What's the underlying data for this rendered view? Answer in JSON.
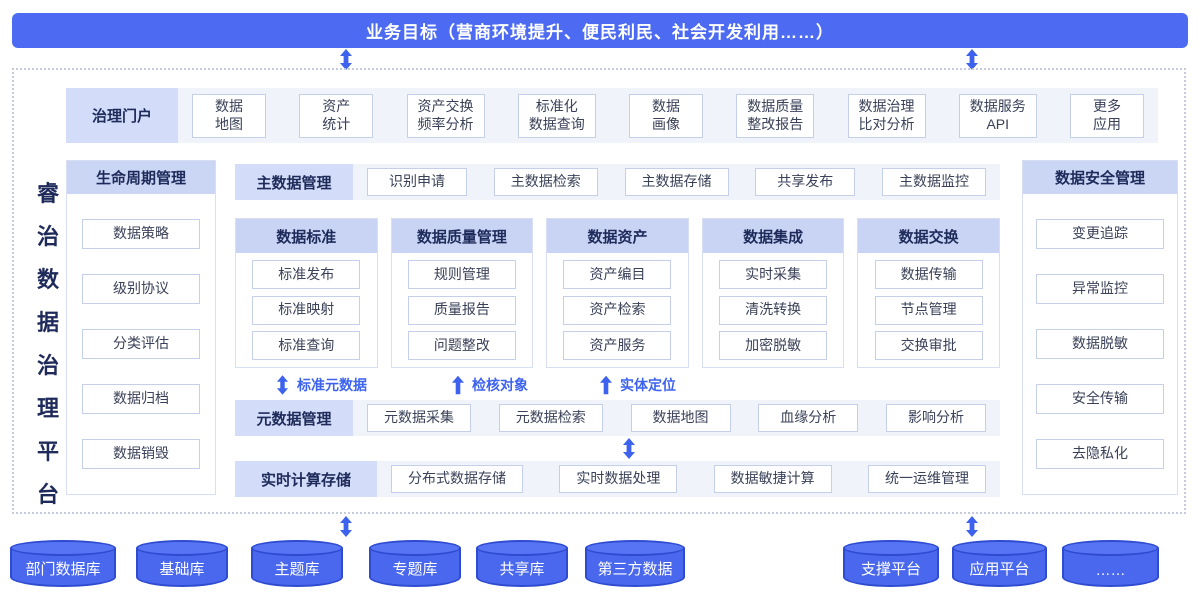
{
  "banner": {
    "text": "业务目标（营商环境提升、便民利民、社会开发利用……）"
  },
  "brand": {
    "chars": [
      "睿",
      "治",
      "数",
      "据",
      "治",
      "理",
      "平",
      "台"
    ]
  },
  "portal": {
    "label": "治理门户",
    "items": [
      "数据\n地图",
      "资产\n统计",
      "资产交换\n频率分析",
      "标准化\n数据查询",
      "数据\n画像",
      "数据质量\n整改报告",
      "数据治理\n比对分析",
      "数据服务\nAPI",
      "更多\n应用"
    ]
  },
  "lifecycle": {
    "title": "生命周期管理",
    "items": [
      "数据策略",
      "级别协议",
      "分类评估",
      "数据归档",
      "数据销毁"
    ]
  },
  "master_data": {
    "label": "主数据管理",
    "items": [
      "识别申请",
      "主数据检索",
      "主数据存储",
      "共享发布",
      "主数据监控"
    ]
  },
  "modules": [
    {
      "title": "数据标准",
      "items": [
        "标准发布",
        "标准映射",
        "标准查询"
      ]
    },
    {
      "title": "数据质量管理",
      "items": [
        "规则管理",
        "质量报告",
        "问题整改"
      ]
    },
    {
      "title": "数据资产",
      "items": [
        "资产编目",
        "资产检索",
        "资产服务"
      ]
    },
    {
      "title": "数据集成",
      "items": [
        "实时采集",
        "清洗转换",
        "加密脱敏"
      ]
    },
    {
      "title": "数据交换",
      "items": [
        "数据传输",
        "节点管理",
        "交换审批"
      ]
    }
  ],
  "flow_labels": [
    {
      "label": "标准元数据",
      "arrow": "double"
    },
    {
      "label": "检核对象",
      "arrow": "up"
    },
    {
      "label": "实体定位",
      "arrow": "up"
    }
  ],
  "metadata": {
    "label": "元数据管理",
    "items": [
      "元数据采集",
      "元数据检索",
      "数据地图",
      "血缘分析",
      "影响分析"
    ]
  },
  "realtime": {
    "label": "实时计算存储",
    "items": [
      "分布式数据存储",
      "实时数据处理",
      "数据敏捷计算",
      "统一运维管理"
    ]
  },
  "security": {
    "title": "数据安全管理",
    "items": [
      "变更追踪",
      "异常监控",
      "数据脱敏",
      "安全传输",
      "去隐私化"
    ]
  },
  "sources": [
    "部门数据库",
    "基础库",
    "主题库",
    "专题库",
    "共享库",
    "第三方数据"
  ],
  "platforms": [
    "支撑平台",
    "应用平台",
    "……"
  ],
  "icons": {
    "double_arrow": "double-arrow-icon",
    "up_arrow": "up-arrow-icon",
    "database": "database-cylinder-icon"
  },
  "colors": {
    "accent_blue": "#4D6BF2",
    "arrow_blue": "#3D63EE",
    "lavender_header": "#C9D4F4",
    "lavender_label": "#D3DCF8",
    "navy_text": "#1E2A5A",
    "strip_bg": "#F0F3FA",
    "item_border": "#C6CFEA",
    "cylinder_fill": "#4A68EE",
    "cylinder_stroke": "#2F4CD0"
  }
}
